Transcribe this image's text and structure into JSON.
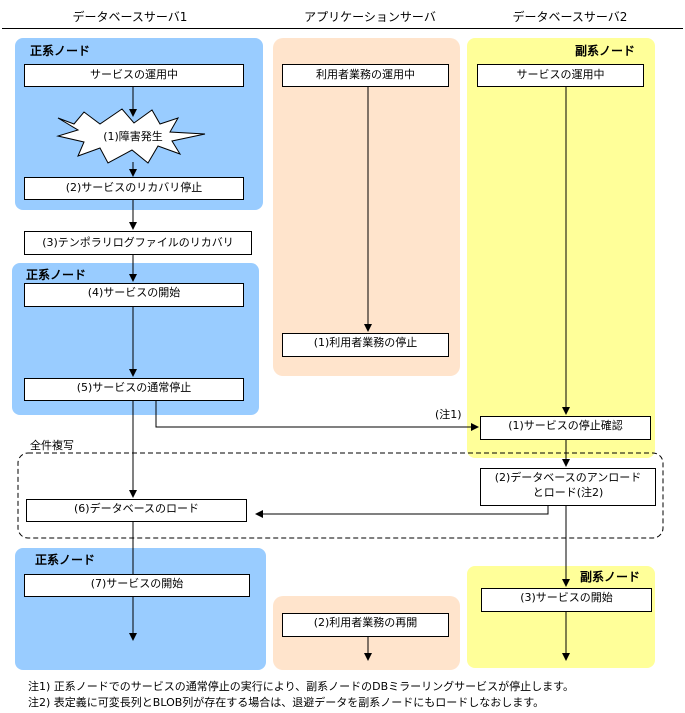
{
  "headers": {
    "db1": "データベースサーバ1",
    "app": "アプリケーションサーバ",
    "db2": "データベースサーバ2"
  },
  "labels": {
    "primary_1": "正系ノード",
    "primary_2": "正系ノード",
    "primary_3": "正系ノード",
    "secondary_1": "副系ノード",
    "secondary_2": "副系ノード",
    "full_copy": "全件複写",
    "note1_marker": "(注1)"
  },
  "boxes": {
    "db1_running": "サービスの運用中",
    "db1_failure": "(1)障害発生",
    "db1_recovery_stop": "(2)サービスのリカバリ停止",
    "db1_temp_log": "(3)テンポラリログファイルのリカバリ",
    "db1_start": "(4)サービスの開始",
    "db1_normal_stop": "(5)サービスの通常停止",
    "db1_load": "(6)データベースのロード",
    "db1_restart": "(7)サービスの開始",
    "app_running": "利用者業務の運用中",
    "app_stop": "(1)利用者業務の停止",
    "app_resume": "(2)利用者業務の再開",
    "db2_running": "サービスの運用中",
    "db2_stop_confirm": "(1)サービスの停止確認",
    "db2_unload_line1": "(2)データベースのアンロード",
    "db2_unload_line2": "とロード(注2)",
    "db2_start": "(3)サービスの開始"
  },
  "notes": {
    "note1": "注1) 正系ノードでのサービスの通常停止の実行により、副系ノードのDBミラーリングサービスが停止します。",
    "note2": "注2) 表定義に可変長列とBLOB列が存在する場合は、退避データを副系ノードにもロードしなおします。"
  },
  "colors": {
    "primary_panel": "#99ccff",
    "app_panel": "#ffe4cc",
    "secondary_panel": "#ffff99"
  }
}
